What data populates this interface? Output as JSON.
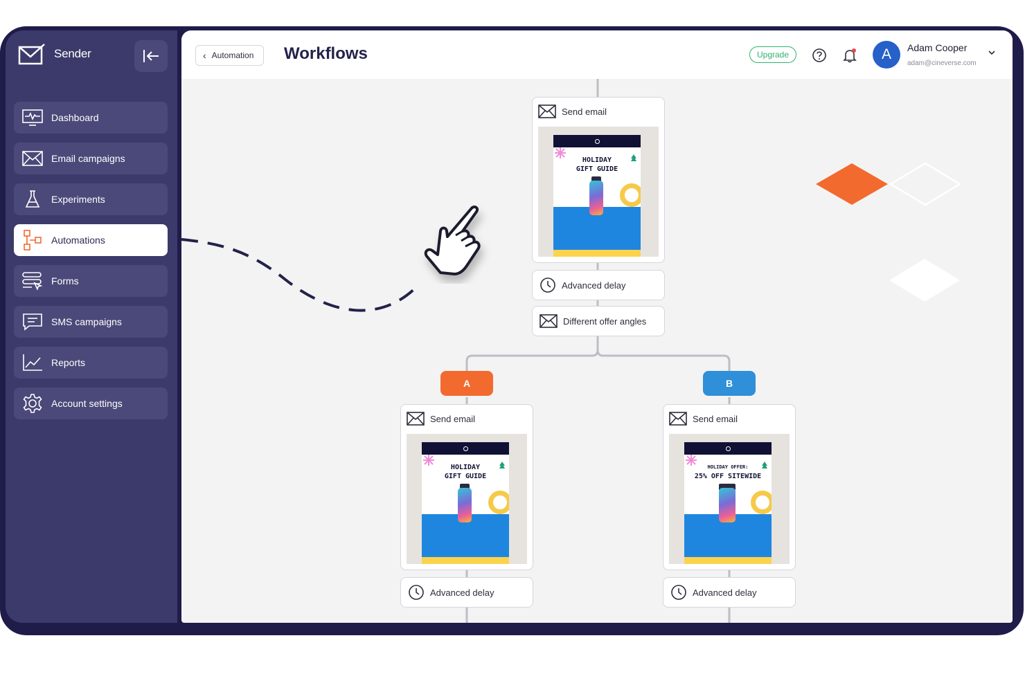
{
  "app": {
    "name": "Sender"
  },
  "sidebar": {
    "items": [
      {
        "label": "Dashboard",
        "icon": "dashboard-icon",
        "active": false
      },
      {
        "label": "Email campaigns",
        "icon": "envelope-icon",
        "active": false
      },
      {
        "label": "Experiments",
        "icon": "flask-icon",
        "active": false
      },
      {
        "label": "Automations",
        "icon": "automation-icon",
        "active": true
      },
      {
        "label": "Forms",
        "icon": "forms-icon",
        "active": false
      },
      {
        "label": "SMS campaigns",
        "icon": "sms-icon",
        "active": false
      },
      {
        "label": "Reports",
        "icon": "reports-icon",
        "active": false
      },
      {
        "label": "Account settings",
        "icon": "gear-icon",
        "active": false
      }
    ]
  },
  "header": {
    "back_label": "Automation",
    "title": "Workflows",
    "upgrade_label": "Upgrade",
    "user": {
      "initial": "A",
      "name": "Adam Cooper",
      "email": "adam@cineverse.com"
    }
  },
  "workflow": {
    "top_email": {
      "label": "Send email",
      "preview_heading_1": "HOLIDAY",
      "preview_heading_2": "GIFT GUIDE"
    },
    "delay_1": {
      "label": "Advanced delay"
    },
    "split": {
      "label": "Different offer angles"
    },
    "branch_a": {
      "badge": "A",
      "email": {
        "label": "Send email",
        "preview_heading_1": "HOLIDAY",
        "preview_heading_2": "GIFT GUIDE"
      },
      "delay": {
        "label": "Advanced delay"
      }
    },
    "branch_b": {
      "badge": "B",
      "email": {
        "label": "Send email",
        "preview_heading_1": "HOLIDAY OFFER:",
        "preview_heading_2": "25% OFF SITEWIDE"
      },
      "delay": {
        "label": "Advanced delay"
      }
    }
  },
  "colors": {
    "frame": "#1f1c4a",
    "sidebar": "#3c3a6a",
    "nav_item": "#4b4979",
    "accent_orange": "#f26a2e",
    "accent_blue": "#2f8fd8",
    "upgrade_green": "#2fb36e"
  }
}
